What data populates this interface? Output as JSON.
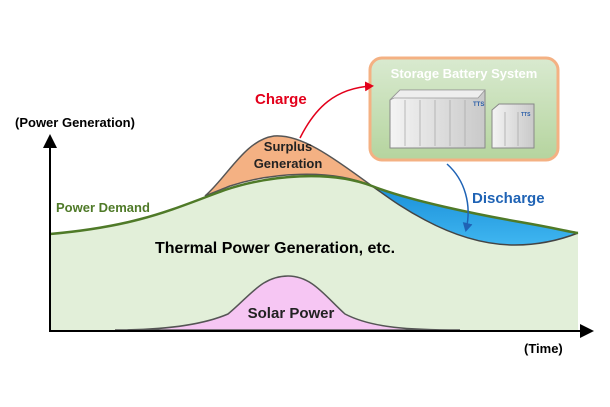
{
  "labels": {
    "y_axis": "(Power Generation)",
    "x_axis": "(Time)",
    "power_demand": "Power Demand",
    "surplus_line1": "Surplus",
    "surplus_line2": "Generation",
    "thermal": "Thermal Power Generation, etc.",
    "solar": "Solar Power",
    "charge": "Charge",
    "discharge": "Discharge",
    "storage_title": "Storage Battery System",
    "cabinet_badge": "TTS"
  },
  "colors": {
    "thermal_fill": "#e2efd9",
    "demand_line": "#4f7a28",
    "surplus_fill": "#f4b183",
    "solar_fill": "#f6c6f3",
    "discharge_fill": "#1d95e0",
    "charge_text": "#e3001b",
    "discharge_text": "#1f63b5",
    "storage_border": "#f4b183",
    "storage_fill": "#c6e0b4",
    "storage_title": "#ffffff"
  }
}
